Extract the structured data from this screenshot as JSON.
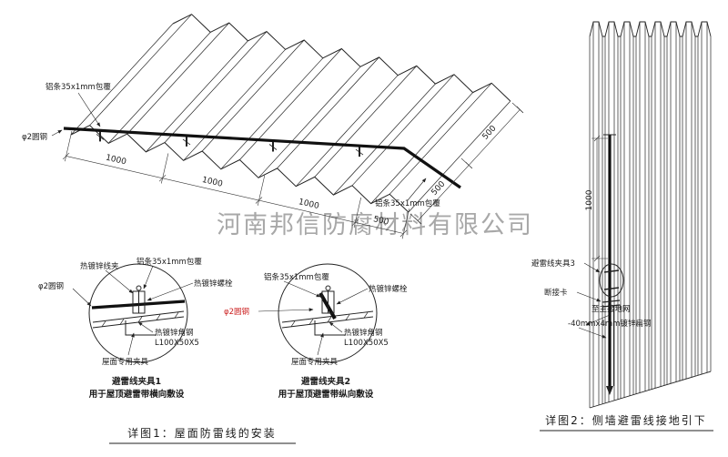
{
  "watermark": "河南邦信防腐材料有限公司",
  "colors": {
    "line": "#222222",
    "red": "#cc2222",
    "watermark": "#9a9a9a"
  },
  "roof": {
    "label_strip_top": "铝条35x1mm包覆",
    "label_rod": "φ2圆钢",
    "label_strip_right": "铝条35x1mm包覆",
    "dims_bottom": [
      "1000",
      "1000",
      "1000",
      "500"
    ],
    "dims_right": [
      "500",
      "500"
    ]
  },
  "detail1": {
    "wire_clip": "热镀锌线夹",
    "strip": "铝条35x1mm包覆",
    "bolt": "热镀锌螺栓",
    "rod": "φ2圆钢",
    "angle": "热镀锌角钢",
    "angle_spec": "L100X50X5",
    "roof_clamp": "屋面专用夹具",
    "title": "避雷线夹具1",
    "subtitle": "用于屋顶避雷带横向敷设"
  },
  "detail2": {
    "strip": "铝条35x1mm包覆",
    "bolt": "热镀锌螺栓",
    "rod": "φ2圆钢",
    "angle": "热镀锌角钢",
    "angle_spec": "L100X50X5",
    "roof_clamp": "屋面专用夹具",
    "title": "避雷线夹具2",
    "subtitle": "用于屋顶避雷带纵向敷设"
  },
  "wall": {
    "dim": "1000",
    "clamp3": "避雷线夹具3",
    "disconnect": "断接卡",
    "to_ground": "至主接地网",
    "flat_steel": "-40mmx4mm镀锌扁钢"
  },
  "captions": {
    "detail1": "详图1：屋面防雷线的安装",
    "detail2": "详图2：侧墙避雷线接地引下"
  }
}
